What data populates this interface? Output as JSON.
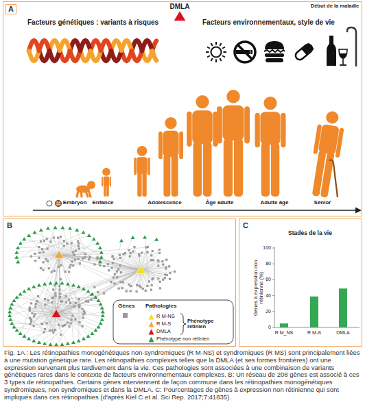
{
  "diagram": {
    "caption": "Fig. 1A : Les rétinopathies monogénétiques non-syndromiques (R M-NS) et syndromiques (R MS) sont principalement liées à une mutation génétique rare. Les rétinopathies complexes telles que la DMLA (et ses formes frontières) ont une expression survenant plus tardivement dans la vie. Ces pathologies sont associées à une combinaison de variants génétiques rares dans le contexte de facteurs environnementaux complexes. B: Un réseau de 208 gènes est associé à ces 3 types de rétinopathies. Certains gènes interviennent de façon commune dans les rétinopathies monogénétiques syndromiques, non syndromiques et dans la DMLA. C: Pourcentages de gènes à expression non rétinienne qui sont impliqués dans ces rétinopathies (d'après Kiel C et al. Sci Rep. 2017;7:41835).",
    "nodes": [
      {
        "text": [
          "A"
        ]
      },
      {
        "text": [
          "B"
        ]
      },
      {
        "text": [
          "C"
        ]
      }
    ],
    "labels": [
      "Facteurs génétiques : variants à risques",
      "DMLA",
      "Début de la maladie",
      "Facteurs environnementaux, style de vie",
      "Embryon",
      "Enfance",
      "Adolescence",
      "Âge adulte",
      "Adulte âgé",
      "Sénior",
      "Pathologies",
      "Phénotype rétinien",
      "Stades de la vie",
      "Gènes à expression non rétinienne (%)",
      "100",
      "80",
      "60",
      "40",
      "20",
      "0",
      "R M_NS",
      "R M-S",
      "DMLA"
    ],
    "legend": [
      {
        "text": "Gènes",
        "color": "#9b9b9b"
      },
      {
        "text": "R M-NS",
        "color": "#f2df1f"
      },
      {
        "text": "R M-S",
        "color": "#f2a93b"
      },
      {
        "text": "DMLA",
        "color": "#d9131b"
      },
      {
        "text": "Phénotype non rétinien",
        "color": "#2e9a4c"
      }
    ]
  }
}
